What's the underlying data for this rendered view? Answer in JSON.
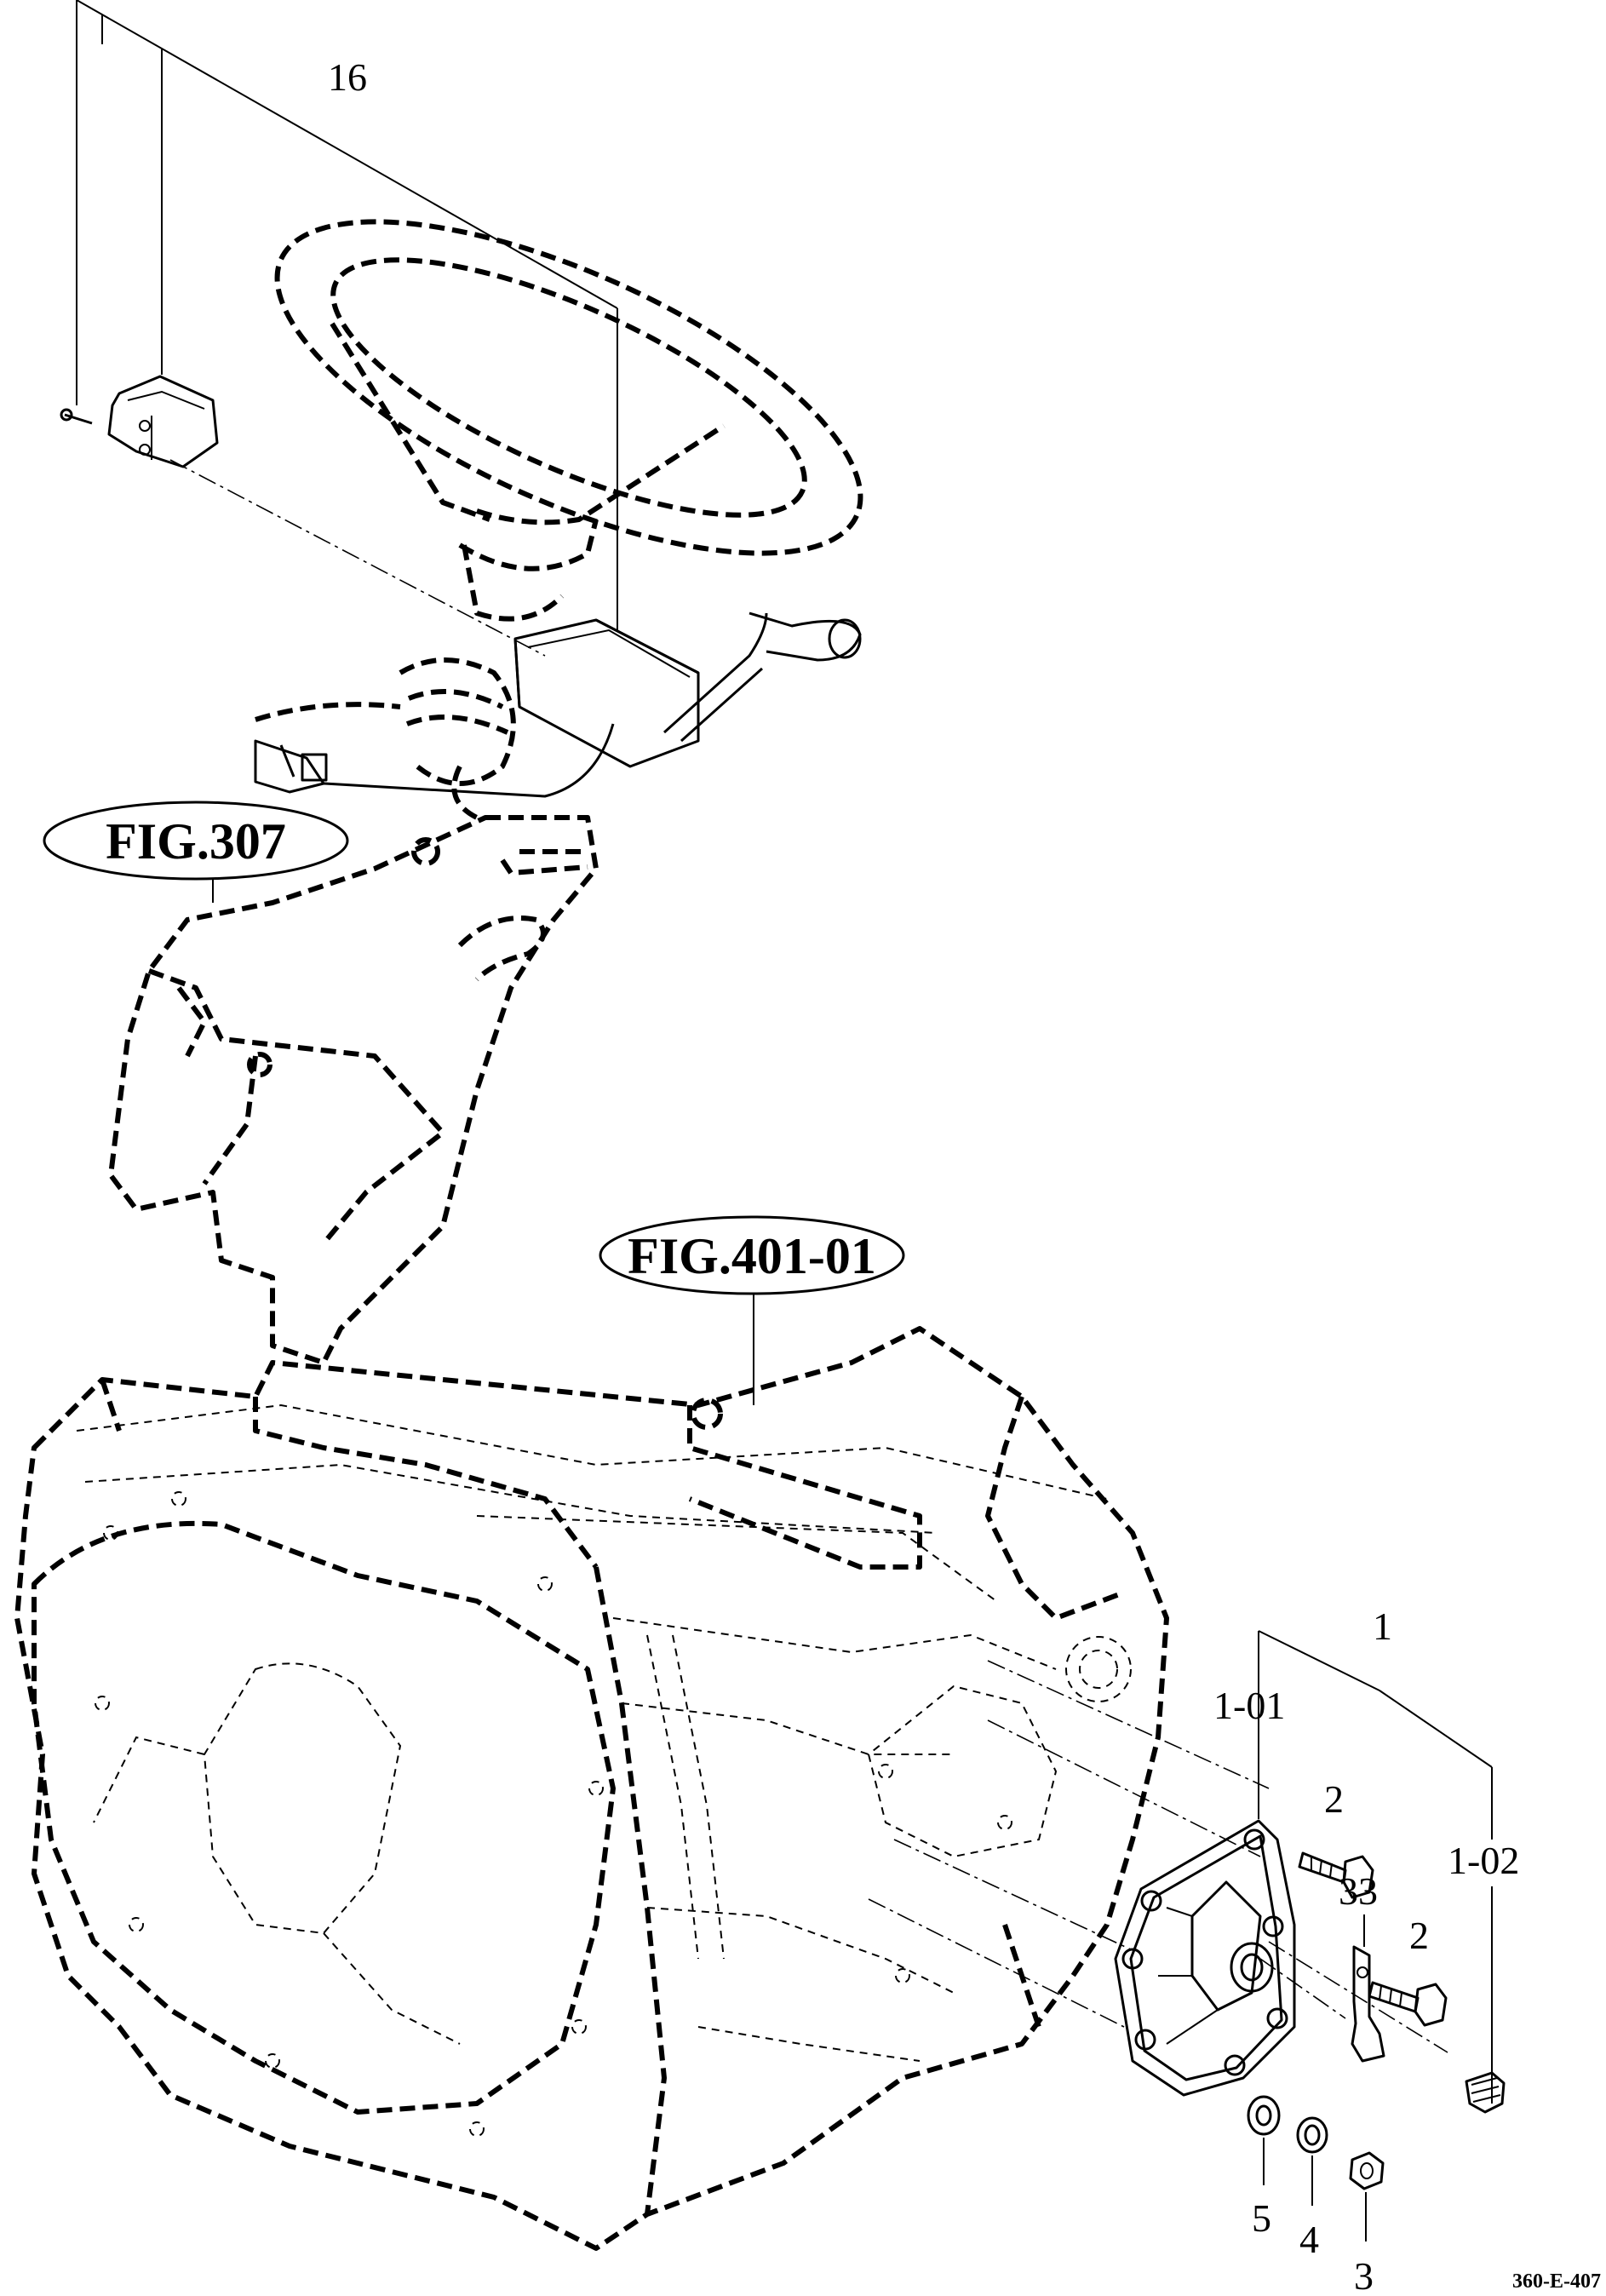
{
  "figure_refs": {
    "fig307": "FIG.307",
    "fig40101": "FIG.401-01"
  },
  "callouts": {
    "c16": "16",
    "c1": "1",
    "c1_01": "1-01",
    "c1_02": "1-02",
    "c2a": "2",
    "c2b": "2",
    "c33": "33",
    "c5": "5",
    "c4": "4",
    "c3": "3"
  },
  "drawing_code": "360-E-407"
}
